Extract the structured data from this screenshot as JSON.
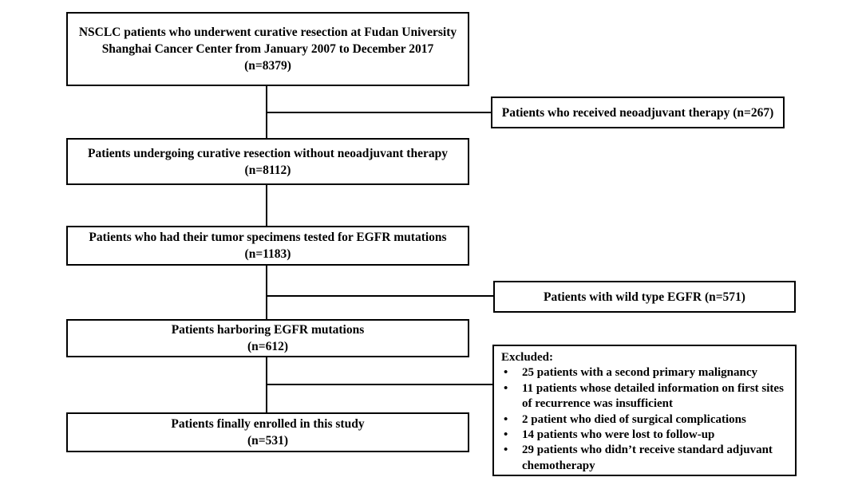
{
  "flowchart": {
    "main_boxes": [
      {
        "text": "NSCLC patients who underwent curative resection at Fudan University\nShanghai Cancer Center from January 2007 to December 2017\n(n=8379)"
      },
      {
        "text": "Patients undergoing curative resection without neoadjuvant therapy\n(n=8112)"
      },
      {
        "text": "Patients who had their tumor specimens tested for EGFR mutations\n(n=1183)"
      },
      {
        "text": "Patients harboring EGFR mutations\n(n=612)"
      },
      {
        "text": "Patients finally enrolled in this study\n(n=531)"
      }
    ],
    "side_boxes": [
      {
        "text": "Patients who received neoadjuvant therapy (n=267)"
      },
      {
        "text": "Patients with wild type EGFR (n=571)"
      }
    ],
    "excluded": {
      "heading": "Excluded:",
      "bullet": "•",
      "items": [
        "25 patients with a second primary malignancy",
        "11 patients whose detailed information on first sites of recurrence was insufficient",
        "2 patient who died of surgical complications",
        "14 patients who were lost to follow-up",
        "29 patients who didn’t receive standard adjuvant chemotherapy"
      ]
    },
    "colors": {
      "border": "#000000",
      "background": "#ffffff",
      "text": "#000000"
    }
  }
}
